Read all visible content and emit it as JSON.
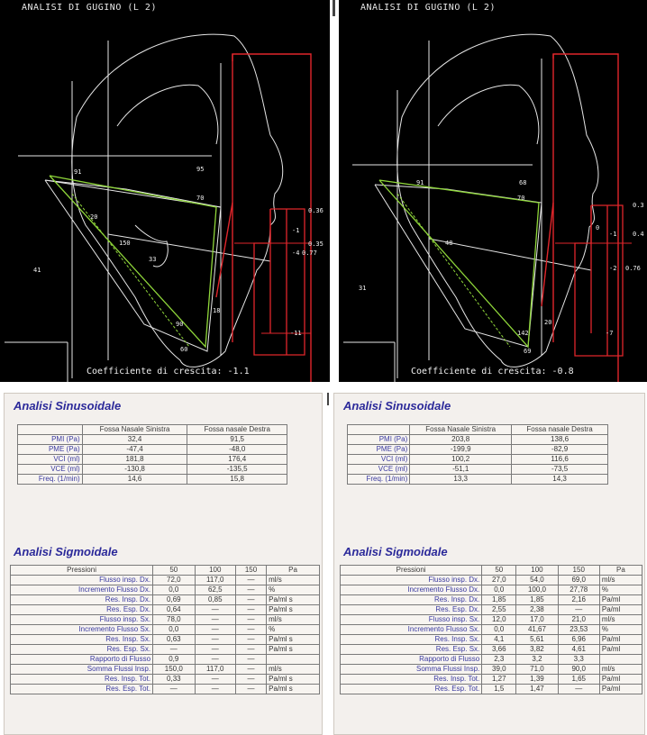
{
  "cephalograms": [
    {
      "title": "ANALISI DI GUGINO (L 2)",
      "coefficient": "Coefficiente di crescita: -1.1",
      "labels": [
        "91",
        "95",
        "20",
        "150",
        "41",
        "70",
        "90",
        "33",
        "60",
        "18",
        "0.36",
        "-1",
        "0.35",
        "-4",
        "0.77",
        "-11"
      ]
    },
    {
      "title": "ANALISI DI GUGINO (L 2)",
      "coefficient": "Coefficiente di crescita: -0.8",
      "labels": [
        "91",
        "68",
        "70",
        "48",
        "31",
        "20",
        "142",
        "69",
        "0",
        "-1",
        "-2",
        "0.76",
        "-7",
        "0.3",
        "0.4"
      ]
    }
  ],
  "panels": [
    {
      "sinus_title": "Analisi Sinusoidale",
      "sinus_cols": [
        "Fossa Nasale Sinistra",
        "Fossa nasale Destra"
      ],
      "sinus_rows": [
        {
          "label": "PMI (Pa)",
          "v": [
            "32,4",
            "91,5"
          ]
        },
        {
          "label": "PME (Pa)",
          "v": [
            "-47,4",
            "-48,0"
          ]
        },
        {
          "label": "VCI (ml)",
          "v": [
            "181,8",
            "176,4"
          ]
        },
        {
          "label": "VCE (ml)",
          "v": [
            "-130,8",
            "-135,5"
          ]
        },
        {
          "label": "Freq. (1/min)",
          "v": [
            "14,6",
            "15,8"
          ]
        }
      ],
      "sigm_title": "Analisi Sigmoidale",
      "sigm_cols": [
        "Pressioni",
        "50",
        "100",
        "150",
        "Pa"
      ],
      "sigm_rows": [
        {
          "label": "Flusso insp. Dx.",
          "v": [
            "72,0",
            "117,0",
            "—"
          ],
          "unit": "ml/s"
        },
        {
          "label": "Incremento Flusso Dx.",
          "v": [
            "0,0",
            "62,5",
            "—"
          ],
          "unit": "%"
        },
        {
          "label": "Res. Insp. Dx.",
          "v": [
            "0,69",
            "0,85",
            "—"
          ],
          "unit": "Pa/ml s"
        },
        {
          "label": "Res. Esp. Dx.",
          "v": [
            "0,64",
            "—",
            "—"
          ],
          "unit": "Pa/ml s"
        },
        {
          "label": "Flusso insp. Sx.",
          "v": [
            "78,0",
            "—",
            "—"
          ],
          "unit": "ml/s"
        },
        {
          "label": "Incremento Flusso Sx.",
          "v": [
            "0,0",
            "—",
            "—"
          ],
          "unit": "%"
        },
        {
          "label": "Res. Insp. Sx.",
          "v": [
            "0,63",
            "—",
            "—"
          ],
          "unit": "Pa/ml s"
        },
        {
          "label": "Res. Esp. Sx.",
          "v": [
            "—",
            "—",
            "—"
          ],
          "unit": "Pa/ml s"
        },
        {
          "label": "Rapporto di Flusso",
          "v": [
            "0,9",
            "—",
            "—"
          ],
          "unit": ""
        },
        {
          "label": "Somma Flussi Insp.",
          "v": [
            "150,0",
            "117,0",
            "—"
          ],
          "unit": "ml/s"
        },
        {
          "label": "Res. Insp. Tot.",
          "v": [
            "0,33",
            "—",
            "—"
          ],
          "unit": "Pa/ml s"
        },
        {
          "label": "Res. Esp. Tot.",
          "v": [
            "—",
            "—",
            "—"
          ],
          "unit": "Pa/ml s"
        }
      ]
    },
    {
      "sinus_title": "Analisi Sinusoidale",
      "sinus_cols": [
        "Fossa Nasale Sinistra",
        "Fossa nasale Destra"
      ],
      "sinus_rows": [
        {
          "label": "PMI (Pa)",
          "v": [
            "203,8",
            "138,6"
          ]
        },
        {
          "label": "PME (Pa)",
          "v": [
            "-199,9",
            "-82,9"
          ]
        },
        {
          "label": "VCI (ml)",
          "v": [
            "100,2",
            "116,6"
          ]
        },
        {
          "label": "VCE (ml)",
          "v": [
            "-51,1",
            "-73,5"
          ]
        },
        {
          "label": "Freq. (1/min)",
          "v": [
            "13,3",
            "14,3"
          ]
        }
      ],
      "sigm_title": "Analisi Sigmoidale",
      "sigm_cols": [
        "Pressioni",
        "50",
        "100",
        "150",
        "Pa"
      ],
      "sigm_rows": [
        {
          "label": "Flusso insp. Dx.",
          "v": [
            "27,0",
            "54,0",
            "69,0"
          ],
          "unit": "ml/s"
        },
        {
          "label": "Incremento Flusso Dx.",
          "v": [
            "0,0",
            "100,0",
            "27,78"
          ],
          "unit": "%"
        },
        {
          "label": "Res. Insp. Dx.",
          "v": [
            "1,85",
            "1,85",
            "2,16"
          ],
          "unit": "Pa/ml"
        },
        {
          "label": "Res. Esp. Dx.",
          "v": [
            "2,55",
            "2,38",
            "—"
          ],
          "unit": "Pa/ml"
        },
        {
          "label": "Flusso insp. Sx.",
          "v": [
            "12,0",
            "17,0",
            "21,0"
          ],
          "unit": "ml/s"
        },
        {
          "label": "Incremento Flusso Sx.",
          "v": [
            "0,0",
            "41,67",
            "23,53"
          ],
          "unit": "%"
        },
        {
          "label": "Res. Insp. Sx.",
          "v": [
            "4,1",
            "5,61",
            "6,96"
          ],
          "unit": "Pa/ml"
        },
        {
          "label": "Res. Esp. Sx.",
          "v": [
            "3,66",
            "3,82",
            "4,61"
          ],
          "unit": "Pa/ml"
        },
        {
          "label": "Rapporto di Flusso",
          "v": [
            "2,3",
            "3,2",
            "3,3"
          ],
          "unit": ""
        },
        {
          "label": "Somma Flussi Insp.",
          "v": [
            "39,0",
            "71,0",
            "90,0"
          ],
          "unit": "ml/s"
        },
        {
          "label": "Res. Insp. Tot.",
          "v": [
            "1,27",
            "1,39",
            "1,65"
          ],
          "unit": "Pa/ml"
        },
        {
          "label": "Res. Esp. Tot.",
          "v": [
            "1,5",
            "1,47",
            "—"
          ],
          "unit": "Pa/ml"
        }
      ]
    }
  ],
  "colors": {
    "ceph_bg": "#000000",
    "trace": "#e8e8e8",
    "red": "#e0262b",
    "green": "#8fd63a",
    "title_blue": "#2c2a9a"
  }
}
